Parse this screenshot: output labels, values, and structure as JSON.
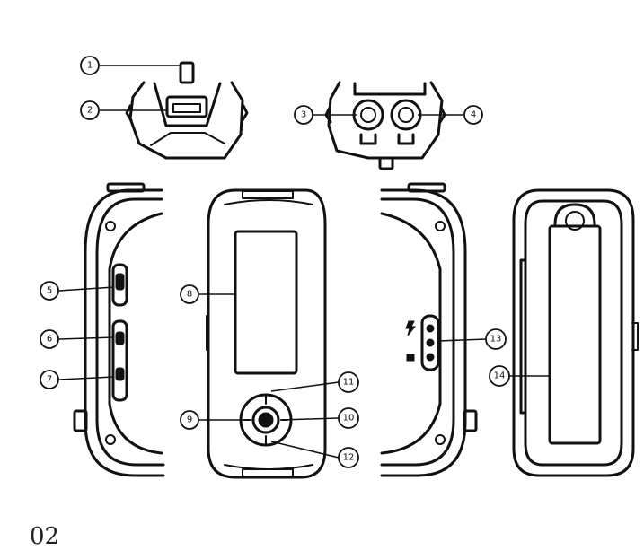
{
  "page_number": "02",
  "callouts": [
    "1",
    "2",
    "3",
    "4",
    "5",
    "6",
    "7",
    "8",
    "9",
    "10",
    "11",
    "12",
    "13",
    "14"
  ]
}
